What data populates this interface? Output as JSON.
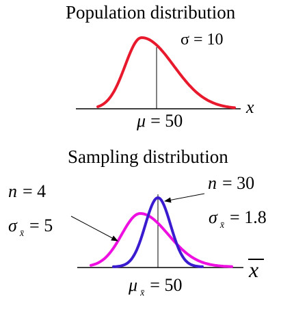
{
  "colors": {
    "population_curve": "#e8192c",
    "n4_curve": "#ee10e0",
    "n30_curve": "#3a1bd0",
    "axis": "#000000"
  },
  "top_panel": {
    "title": "Population distribution",
    "sigma_label": "σ = 10",
    "mu_symbol": "μ",
    "mu_value": "= 50",
    "axis_var": "x"
  },
  "bottom_panel": {
    "title": "Sampling distribution",
    "n4": {
      "n_symbol": "n",
      "n_value": "= 4",
      "sigma_symbol": "σ",
      "sigma_sub": "x̄",
      "sigma_value": "= 5"
    },
    "n30": {
      "n_symbol": "n",
      "n_value": "= 30",
      "sigma_symbol": "σ",
      "sigma_sub": "x̄",
      "sigma_value": "= 1.8"
    },
    "mu_symbol": "μ",
    "mu_sub": "x̄",
    "mu_value": "= 50",
    "axis_var": "x"
  }
}
